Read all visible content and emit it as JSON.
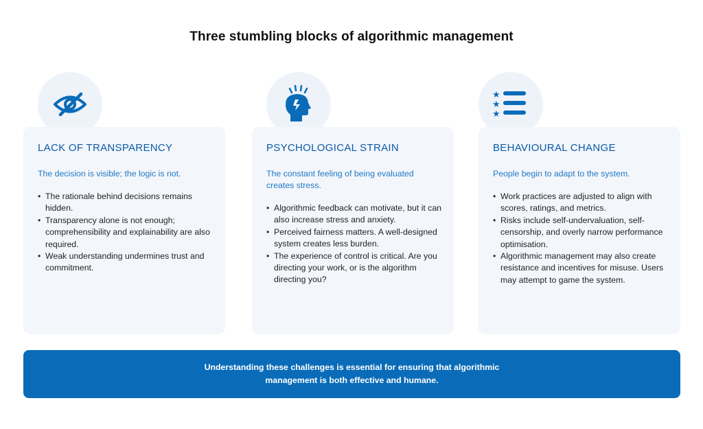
{
  "title": "Three stumbling blocks of algorithmic management",
  "colors": {
    "accent": "#0a6cb8",
    "heading": "#0a5aa6",
    "subtitle": "#1f78c4",
    "card_bg": "#f3f6fb",
    "circle_bg": "#eef2f9"
  },
  "cards": [
    {
      "icon": "eye-slash-icon",
      "title": "LACK OF TRANSPARENCY",
      "subtitle": "The decision is visible; the logic is not.",
      "bullets": [
        "The rationale behind decisions remains hidden.",
        "Transparency alone is not enough; comprehensibility and explainability are also required.",
        "Weak understanding undermines trust and commitment."
      ]
    },
    {
      "icon": "stressed-head-icon",
      "title": "PSYCHOLOGICAL STRAIN",
      "subtitle": "The constant feeling of being evaluated creates stress.",
      "bullets": [
        "Algorithmic feedback can motivate, but it can also increase stress and anxiety.",
        "Perceived fairness matters. A well-designed system creates less burden.",
        "The experience of control is critical. Are you directing your work, or is the algorithm directing you?"
      ]
    },
    {
      "icon": "star-list-icon",
      "title": "BEHAVIOURAL CHANGE",
      "subtitle": "People begin to adapt to the system.",
      "bullets": [
        "Work practices are adjusted to align with scores, ratings, and metrics.",
        "Risks include self-undervaluation, self-censorship, and overly narrow performance optimisation.",
        "Algorithmic management may also create resistance and incentives for misuse. Users may attempt to game the system."
      ]
    }
  ],
  "banner": "Understanding these challenges is essential for ensuring that algorithmic management is both effective and humane."
}
